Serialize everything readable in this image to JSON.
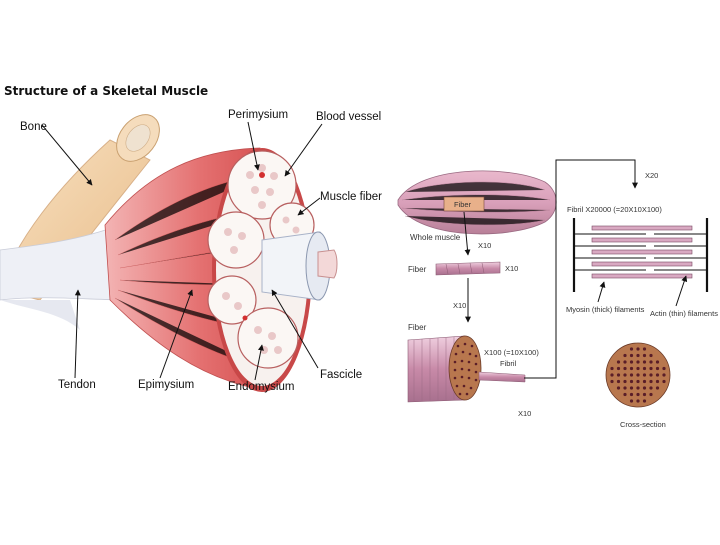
{
  "title": "Structure of a Skeletal Muscle",
  "left_labels": {
    "bone": "Bone",
    "perimysium": "Perimysium",
    "blood_vessel": "Blood vessel",
    "muscle_fiber": "Muscle fiber",
    "fascicle": "Fascicle",
    "endomysium": "Endomysium",
    "epimysium": "Epimysium",
    "tendon": "Tendon"
  },
  "right_labels": {
    "whole_muscle": "Whole muscle",
    "fiber_in_muscle": "Fiber",
    "x_scale_1": "X10",
    "fiber_row": "Fiber",
    "x_scale_2": "X10",
    "x_scale_3": "X10",
    "fiber_block": "Fiber",
    "x_scale_4": "X100 (=10X100)",
    "fibril": "Fibril",
    "x_scale_5": "X10",
    "x_scale_6": "X20",
    "fibril_scale": "Fibril X20000 (=20X10X100)",
    "myosin": "Myosin (thick) filaments",
    "actin": "Actin (thin) filaments",
    "cross_section": "Cross-section"
  },
  "colors": {
    "muscle_red": "#e06a6a",
    "muscle_pink": "#d67a8a",
    "bone": "#f2d2a8",
    "tendon": "#eef0f6",
    "fibril_pink": "#c89ab8",
    "cross_section_brown": "#b8774e",
    "dots": "#5a1e28"
  }
}
